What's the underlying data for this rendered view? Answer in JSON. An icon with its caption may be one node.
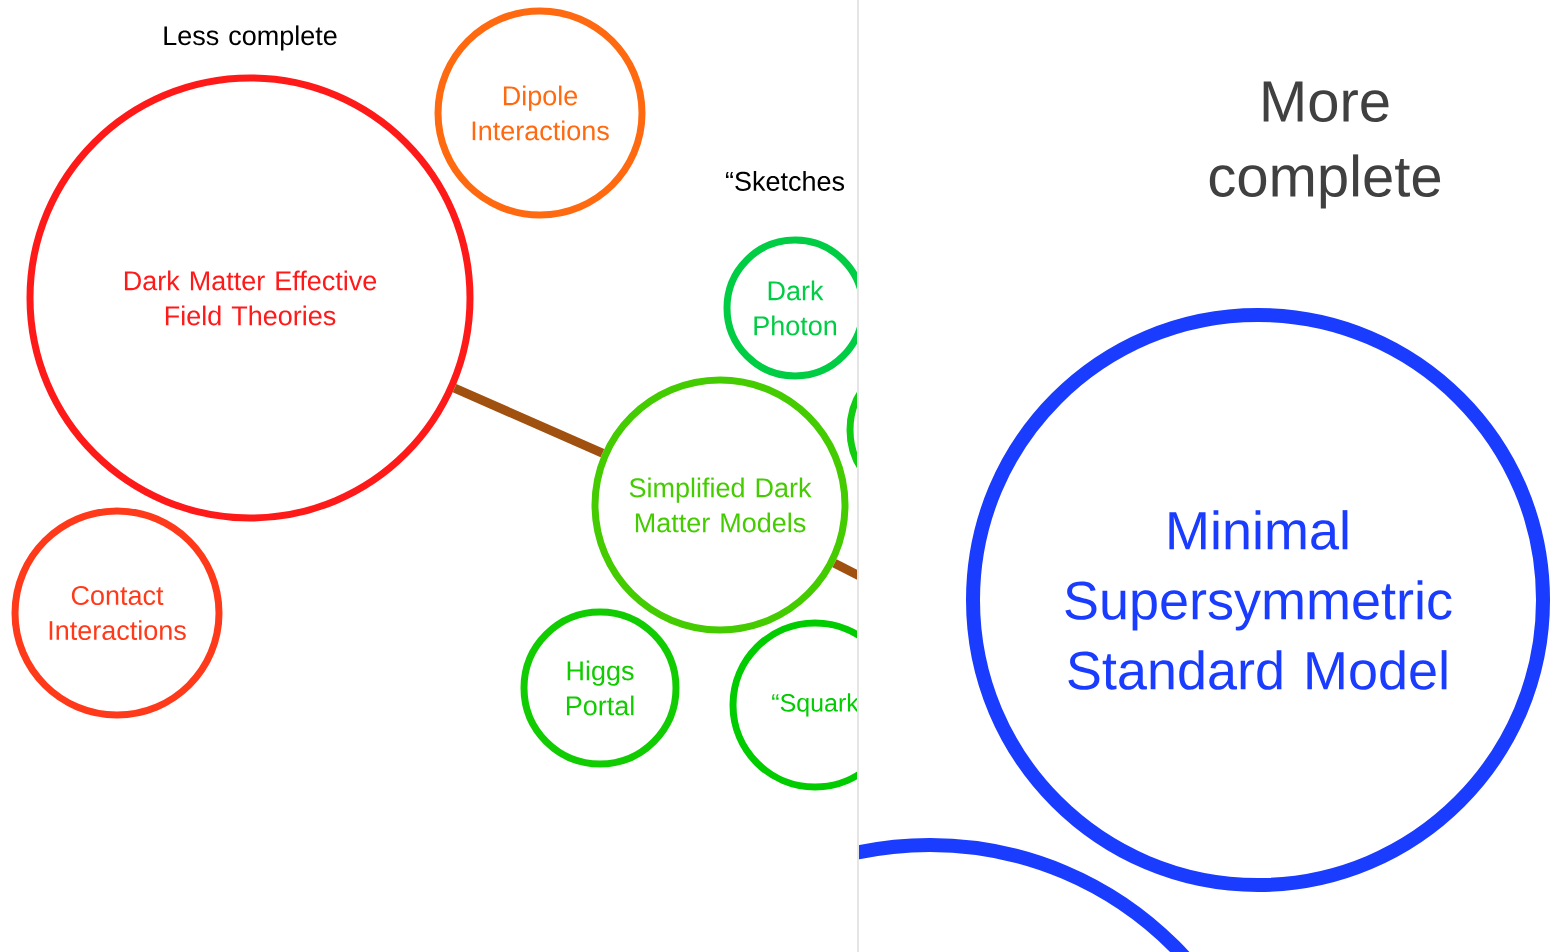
{
  "diagram": {
    "nodes": [
      {
        "text": [
          "Dark Matter Effective Field Theories"
        ]
      },
      {
        "text": [
          "Dipole Interactions"
        ]
      },
      {
        "text": [
          "Contact Interactions"
        ]
      },
      {
        "text": [
          "Dark Photon"
        ]
      },
      {
        "text": [
          "Simplified Dark Matter Models"
        ]
      },
      {
        "text": [],
        "shape": "circle"
      },
      {
        "text": [
          "Higgs Portal"
        ]
      },
      {
        "text": [
          "“Squark"
        ]
      },
      {
        "text": [
          "Minimal Supersymmetric Standard Model"
        ]
      },
      {
        "text": [],
        "shape": "circle"
      }
    ],
    "edges": [
      {
        "from": 0,
        "to": 4,
        "arrow": "none"
      },
      {
        "from": 4,
        "to": null,
        "arrow": "none"
      }
    ],
    "labels": [
      "Less complete",
      "“Sketches",
      "More complete"
    ]
  }
}
